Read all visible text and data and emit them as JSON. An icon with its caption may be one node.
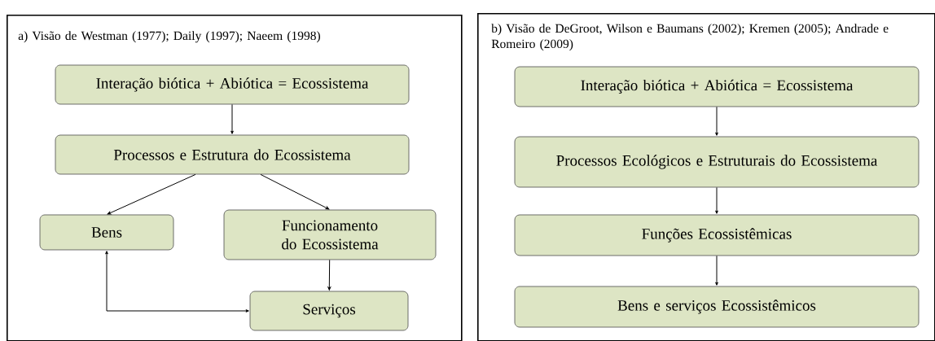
{
  "diagram": {
    "nodes": [
      {
        "text": [
          "a) Visão de Westman (1977); Daily (1997); Naeem (1998)"
        ]
      },
      {
        "text": [
          "Interação biótica + Abiótica = Ecossistema"
        ],
        "in": 0
      },
      {
        "text": [
          "Processos e Estrutura do Ecossistema"
        ],
        "in": 0
      },
      {
        "text": [
          "Bens"
        ],
        "in": 0
      },
      {
        "text": [
          "Funcionamento do Ecossistema"
        ],
        "in": 0
      },
      {
        "text": [
          "Serviços"
        ],
        "in": 0
      },
      {
        "text": [
          "b) Visão de DeGroot, Wilson e Baumans (2002); Kremen (2005); Andrade e Romeiro (2009)"
        ]
      },
      {
        "text": [
          "Interação biótica + Abiótica = Ecossistema"
        ],
        "in": 6
      },
      {
        "text": [
          "Processos Ecológicos e Estruturais do Ecossistema"
        ],
        "in": 6
      },
      {
        "text": [
          "Funções Ecossistêmicas"
        ],
        "in": 6
      },
      {
        "text": [
          "Bens e serviços Ecossistêmicos"
        ],
        "in": 6
      }
    ],
    "edges": [
      {
        "from": 1,
        "to": 2,
        "arrow": "to"
      },
      {
        "from": 2,
        "to": 3,
        "arrow": "to"
      },
      {
        "from": 2,
        "to": 4,
        "arrow": "to"
      },
      {
        "from": 4,
        "to": 5,
        "arrow": "to"
      },
      {
        "from": 3,
        "to": 5,
        "arrow": "both"
      },
      {
        "from": 7,
        "to": 8,
        "arrow": "to"
      },
      {
        "from": 8,
        "to": 9,
        "arrow": "to"
      },
      {
        "from": 9,
        "to": 10,
        "arrow": "to"
      }
    ]
  }
}
